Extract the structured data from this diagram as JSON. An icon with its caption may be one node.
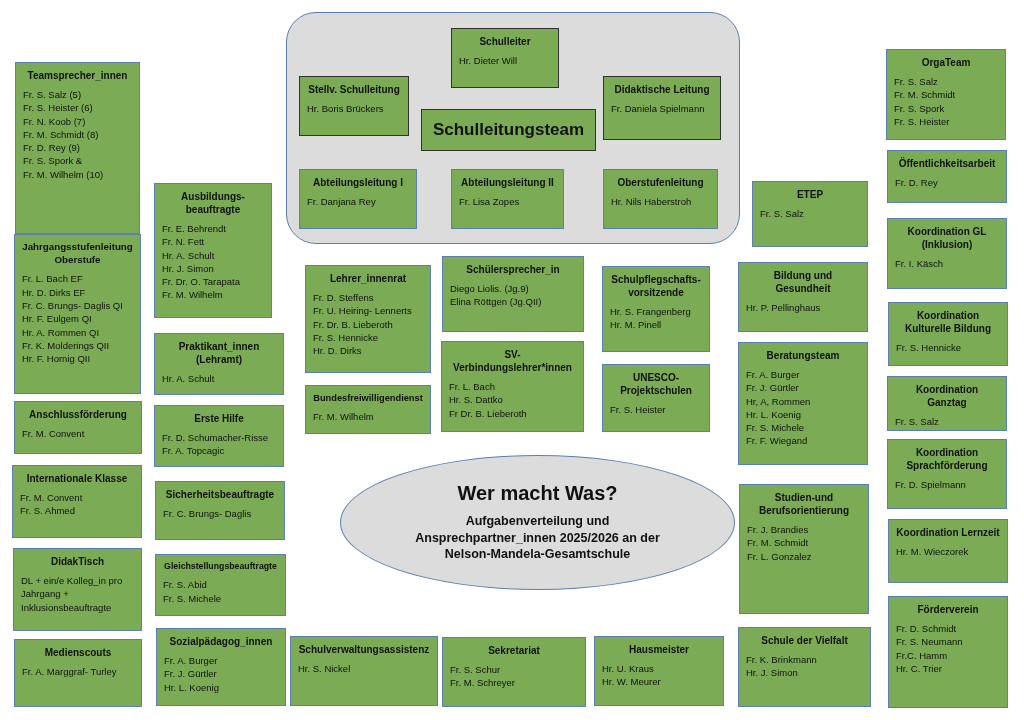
{
  "diagram": {
    "nodes": [
      {
        "text": [],
        "shape": "box"
      },
      {
        "text": [
          "Schulleiter",
          "Hr. Dieter Will"
        ],
        "in": 0
      },
      {
        "text": [
          "Stellv. Schulleitung",
          "Hr. Boris Brückers"
        ],
        "in": 0
      },
      {
        "text": [
          "Schulleitungsteam"
        ],
        "in": 0
      },
      {
        "text": [
          "Didaktische Leitung",
          "Fr. Daniela Spielmann"
        ],
        "in": 0
      },
      {
        "text": [
          "Abteilungsleitung I",
          "Fr. Danjana Rey"
        ],
        "in": 0
      },
      {
        "text": [
          "Abteilungsleitung II",
          "Fr. Lisa Zopes"
        ],
        "in": 0
      },
      {
        "text": [
          "Oberstufenleitung",
          "Hr. Nils Haberstroh"
        ],
        "in": 0
      },
      {
        "text": [
          "Teamsprecher_innen",
          "Fr. S. Salz (5)",
          "Fr. S. Heister (6)",
          "Fr. N. Koob (7)",
          "Fr. M. Schmidt (8)",
          "Fr. D. Rey (9)",
          "Fr. S. Spork &",
          "Fr. M. Wilhelm (10)"
        ]
      },
      {
        "text": [
          "Jahrgangsstufenleitung Oberstufe",
          "Fr. L. Bach EF",
          "Hr. D. Dirks EF",
          "Fr. C. Brungs- Daglis QI",
          "Hr. F. Eulgem QI",
          "Hr. A. Rommen QI",
          "Fr. K. Molderings QII",
          "Hr. F. Hornig QII"
        ]
      },
      {
        "text": [
          "Ausbildungs- beauftragte",
          "Fr. E. Behrendt",
          "Fr. N. Fett",
          "Hr. A. Schult",
          "Hr. J. Simon",
          "Fr. Dr. O. Tarapata",
          "Fr. M. Wilhelm"
        ]
      },
      {
        "text": [
          "Praktikant_innen (Lehramt)",
          "Hr. A. Schult"
        ]
      },
      {
        "text": [
          "Anschlussförderung",
          "Fr. M. Convent"
        ]
      },
      {
        "text": [
          "Erste Hilfe",
          "Fr. D. Schumacher-Risse",
          "Fr. A. Topcagic"
        ]
      },
      {
        "text": [
          "Internationale Klasse",
          "Fr. M. Convent",
          "Fr. S. Ahmed"
        ]
      },
      {
        "text": [
          "Sicherheitsbeauftragte",
          "Fr. C. Brungs- Daglis"
        ]
      },
      {
        "text": [
          "DidakTisch",
          "DL + ein/e Kolleg_in pro Jahrgang + Inklusionsbeauftragte"
        ]
      },
      {
        "text": [
          "Gleichstellungsbeauftragte",
          "Fr. S. Abid",
          "Fr. S. Michele"
        ]
      },
      {
        "text": [
          "Medienscouts",
          "Fr. A. Marggraf- Turley"
        ]
      },
      {
        "text": [
          "Sozialpädagog_innen",
          "Fr. A. Burger",
          "Fr. J. Gürtler",
          "Hr. L. Koenig"
        ]
      },
      {
        "text": [
          "Lehrer_innenrat",
          "Fr. D. Steffens",
          "Fr. U. Heiring- Lennerts",
          "Fr. Dr. B. Lieberoth",
          "Fr. S. Hennicke",
          "Hr. D. Dirks"
        ]
      },
      {
        "text": [
          "Schülersprecher_in",
          "Diego Liolis. (Jg.9)",
          "Elina Röttgen (Jg.QII)"
        ]
      },
      {
        "text": [
          "Schulpflegschafts- vorsitzende",
          "Hr. S. Frangenberg",
          "Hr. M. Pinell"
        ]
      },
      {
        "text": [
          "Bundesfreiwilligendienst",
          "Fr. M. Wilhelm"
        ]
      },
      {
        "text": [
          "SV- Verbindungslehrer*innen",
          "Fr. L. Bach",
          "Hr. S. Dattko",
          "Fr Dr. B. Lieberoth"
        ]
      },
      {
        "text": [
          "UNESCO- Projektschulen",
          "Fr. S. Heister"
        ]
      },
      {
        "text": [
          "Wer macht Was?",
          "Aufgabenverteilung und Ansprechpartner_innen 2025/2026 an der Nelson-Mandela-Gesamtschule"
        ]
      },
      {
        "text": [
          "Schulverwaltungsassistenz",
          "Hr. S. Nickel"
        ]
      },
      {
        "text": [
          "Sekretariat",
          "Fr. S. Schur",
          "Fr. M. Schreyer"
        ]
      },
      {
        "text": [
          "Hausmeister",
          "Hr. U. Kraus",
          "Hr. W. Meurer"
        ]
      },
      {
        "text": [
          "ETEP",
          "Fr. S. Salz"
        ]
      },
      {
        "text": [
          "Bildung und Gesundheit",
          "Hr. P. Pellinghaus"
        ]
      },
      {
        "text": [
          "Beratungsteam",
          "Fr. A. Burger",
          "Fr. J. Gürtler",
          "Hr, A, Rommen",
          "Hr. L. Koenig",
          "Fr. S. Michele",
          "Fr. F. Wiegand"
        ]
      },
      {
        "text": [
          "Studien-und Berufsorientierung",
          "Fr. J. Brandies",
          "Fr. M. Schmidt",
          "Fr. L. Gonzalez"
        ]
      },
      {
        "text": [
          "Schule der Vielfalt",
          "Fr. K. Brinkmann",
          "Hr. J. Simon"
        ]
      },
      {
        "text": [
          "OrgaTeam",
          "Fr. S. Salz",
          "Fr. M. Schmidt",
          "Fr. S. Spork",
          "Fr. S. Heister"
        ]
      },
      {
        "text": [
          "Öffentlichkeitsarbeit",
          "Fr. D. Rey"
        ]
      },
      {
        "text": [
          "Koordination GL (Inklusion)",
          "Fr. I. Käsch"
        ]
      },
      {
        "text": [
          "Koordination Kulturelle Bildung",
          "Fr. S. Hennicke"
        ]
      },
      {
        "text": [
          "Koordination Ganztag",
          "Fr. S. Salz"
        ]
      },
      {
        "text": [
          "Koordination Sprachförderung",
          "Fr. D. Spielmann"
        ]
      },
      {
        "text": [
          "Koordination Lernzeit",
          "Hr. M. Wieczorek"
        ]
      },
      {
        "text": [
          "Förderverein",
          "Fr. D. Schmidt",
          "Fr. S. Neumann",
          "Fr.C. Hamm",
          "Hr. C. Trier"
        ]
      }
    ]
  }
}
